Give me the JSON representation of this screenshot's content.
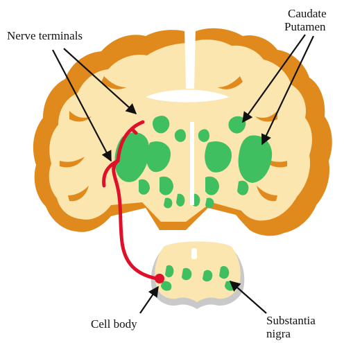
{
  "labels": {
    "nerve_terminals": "Nerve terminals",
    "caudate": "Caudate",
    "putamen": "Putamen",
    "cell_body": "Cell body",
    "substantia_line1": "Substantia",
    "substantia_line2": "nigra"
  },
  "colors": {
    "cortex_orange": "#e08a1e",
    "white_matter": "#fbe6b0",
    "nucleus_green": "#3fbf5f",
    "neuron_red": "#e0102a",
    "ventricle_gray": "#c9c9c9",
    "arrow_black": "#111111"
  }
}
